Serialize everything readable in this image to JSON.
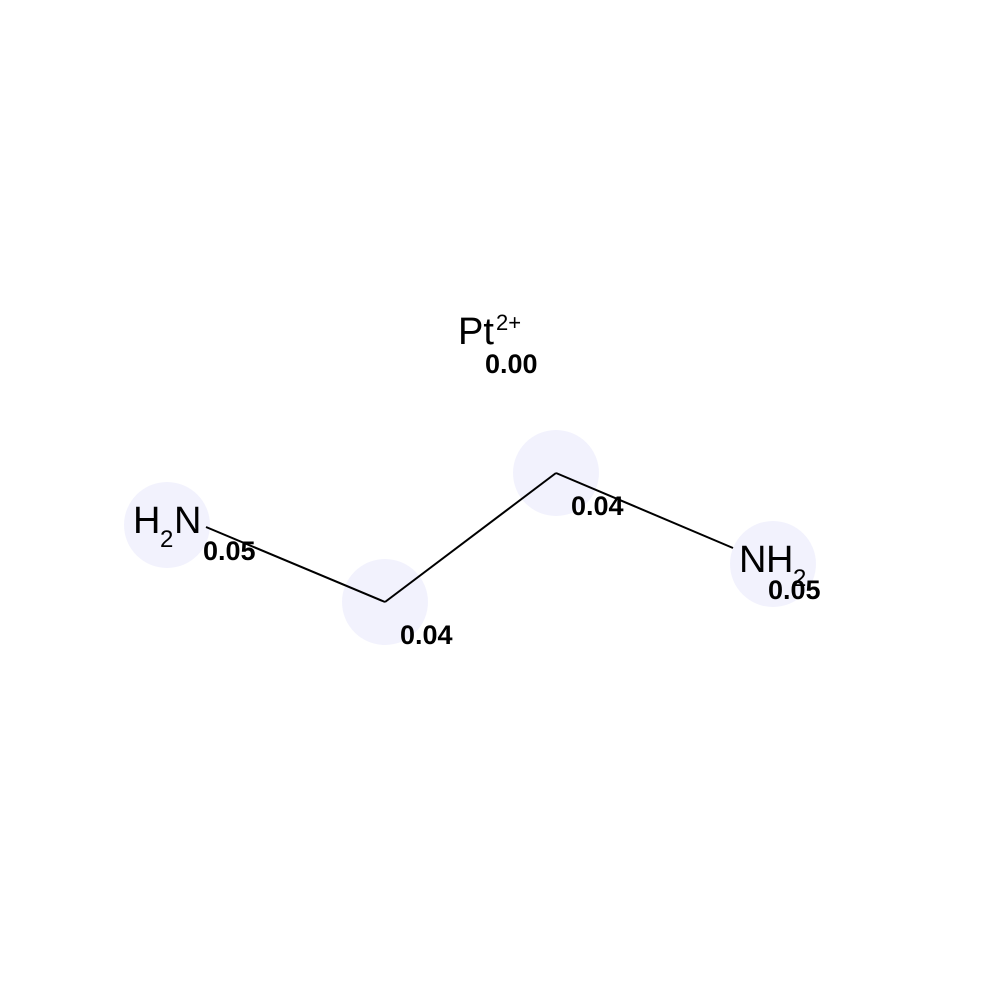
{
  "molecule": {
    "atoms": {
      "platinum": {
        "symbol": "Pt",
        "charge": "2+",
        "value": "0.00"
      },
      "amine_left": {
        "h": "H",
        "h_count": "2",
        "n": "N",
        "value": "0.05"
      },
      "carbon_1": {
        "value": "0.04"
      },
      "carbon_2": {
        "value": "0.04"
      },
      "amine_right": {
        "n": "N",
        "h": "H",
        "h_count": "2",
        "value": "0.05"
      }
    },
    "colors": {
      "bond": "#000000",
      "highlight": "#eeeefc",
      "text": "#000000"
    }
  }
}
